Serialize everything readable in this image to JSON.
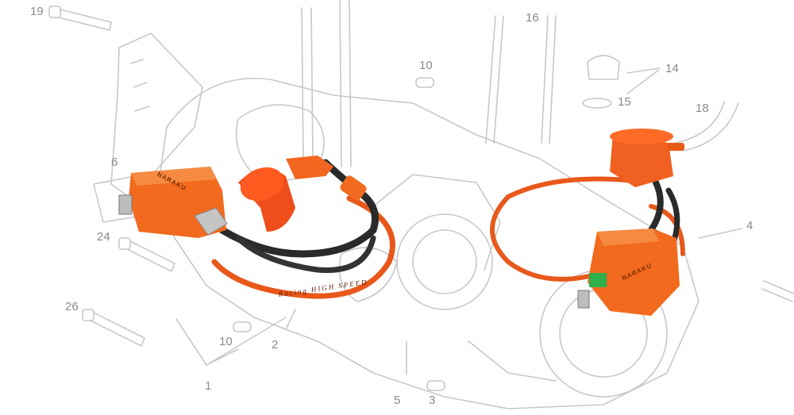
{
  "diagram": {
    "part_numbers": [
      "19",
      "16",
      "10",
      "14",
      "15",
      "18",
      "6",
      "4",
      "24",
      "26",
      "10",
      "2",
      "1",
      "5",
      "3"
    ]
  },
  "product": {
    "coil_brand": "NARAKU",
    "cable_print": "Racing HIGH SPEED"
  }
}
